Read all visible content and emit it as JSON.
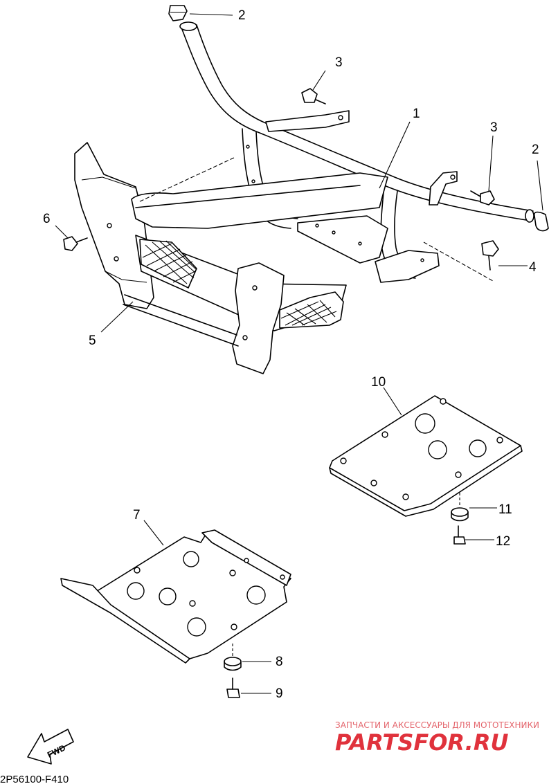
{
  "diagram": {
    "callouts": [
      {
        "id": "c2a",
        "label": "2"
      },
      {
        "id": "c3a",
        "label": "3"
      },
      {
        "id": "c1",
        "label": "1"
      },
      {
        "id": "c3b",
        "label": "3"
      },
      {
        "id": "c2b",
        "label": "2"
      },
      {
        "id": "c6",
        "label": "6"
      },
      {
        "id": "c4",
        "label": "4"
      },
      {
        "id": "c5",
        "label": "5"
      },
      {
        "id": "c10",
        "label": "10"
      },
      {
        "id": "c7",
        "label": "7"
      },
      {
        "id": "c11",
        "label": "11"
      },
      {
        "id": "c12",
        "label": "12"
      },
      {
        "id": "c8",
        "label": "8"
      },
      {
        "id": "c9",
        "label": "9"
      }
    ],
    "fwd_label": "FWD",
    "drawing_code": "2P56100-F410"
  },
  "watermark": {
    "tagline": "ЗАПЧАСТИ И АКСЕССУАРЫ ДЛЯ МОТОТЕХНИКИ",
    "logo": "PARTSFOR.RU",
    "color": "#e0323c"
  }
}
